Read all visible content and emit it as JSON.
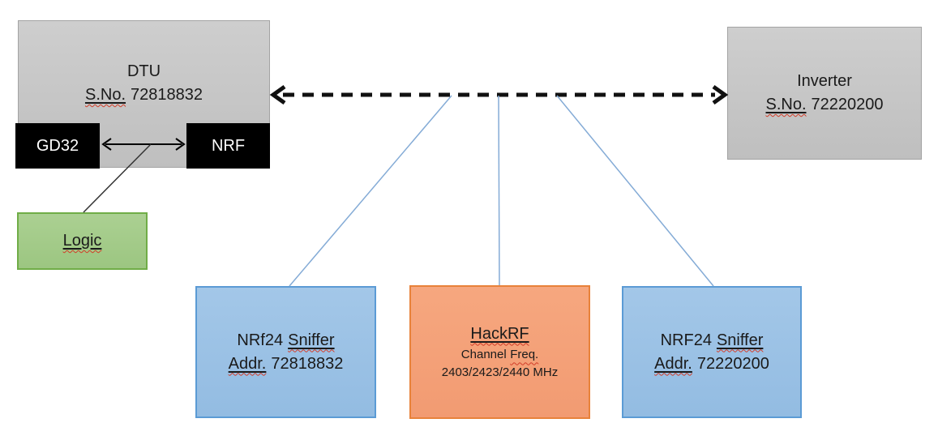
{
  "diagram": {
    "dtu": {
      "title": "DTU",
      "sno_label": "S.No.",
      "serial": "72818832",
      "gd32_label": "GD32",
      "nrf_label": "NRF"
    },
    "logic": {
      "label": "Logic"
    },
    "inverter": {
      "title": "Inverter",
      "sno_label": "S.No.",
      "serial": "72220200"
    },
    "sniffer_left": {
      "name_plain": "NRf24",
      "name_marked": "Sniffer",
      "addr_label": "Addr.",
      "addr_value": "72818832"
    },
    "hackrf": {
      "title": "HackRF",
      "channel_word": "Channel",
      "freq_word": "Freq.",
      "frequencies": "2403/2423/2440 MHz"
    },
    "sniffer_right": {
      "name_plain": "NRF24",
      "name_marked": "Sniffer",
      "addr_label": "Addr.",
      "addr_value": "72220200"
    },
    "colors": {
      "gray_fill": "#c6c6c6",
      "gray_border": "#a3a3a3",
      "blue_fill": "#9cc2e5",
      "blue_border": "#5b9bd5",
      "orange_fill": "#f5a37c",
      "orange_border": "#e8823a",
      "green_fill": "#a5cc8b",
      "green_border": "#70ad47",
      "module_black": "#000000",
      "connector_blue": "#84abd6",
      "link_black": "#111111",
      "squiggle_red": "#d23c28"
    }
  }
}
